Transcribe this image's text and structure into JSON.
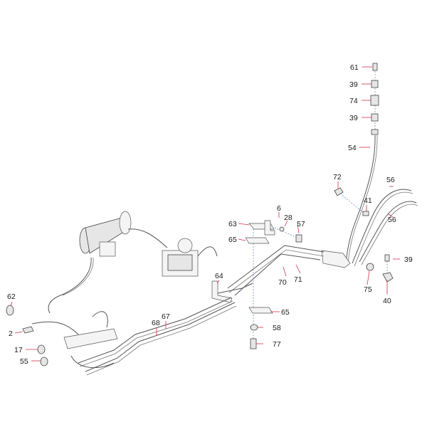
{
  "diagram": {
    "labels": {
      "p61": "61",
      "p39a": "39",
      "p74": "74",
      "p39b": "39",
      "p54": "54",
      "p72": "72",
      "p41": "41",
      "p56a": "56",
      "p56b": "56",
      "p6": "6",
      "p28": "28",
      "p63": "63",
      "p57": "57",
      "p65a": "65",
      "p39c": "39",
      "p64": "64",
      "p70": "70",
      "p71": "71",
      "p75": "75",
      "p40": "40",
      "p62": "62",
      "p67": "67",
      "p68": "68",
      "p65b": "65",
      "p58": "58",
      "p2": "2",
      "p17": "17",
      "p77": "77",
      "p55": "55"
    },
    "colors": {
      "leader": "#d0314a",
      "axis": "#3a6fb0",
      "outline": "#444444"
    }
  }
}
